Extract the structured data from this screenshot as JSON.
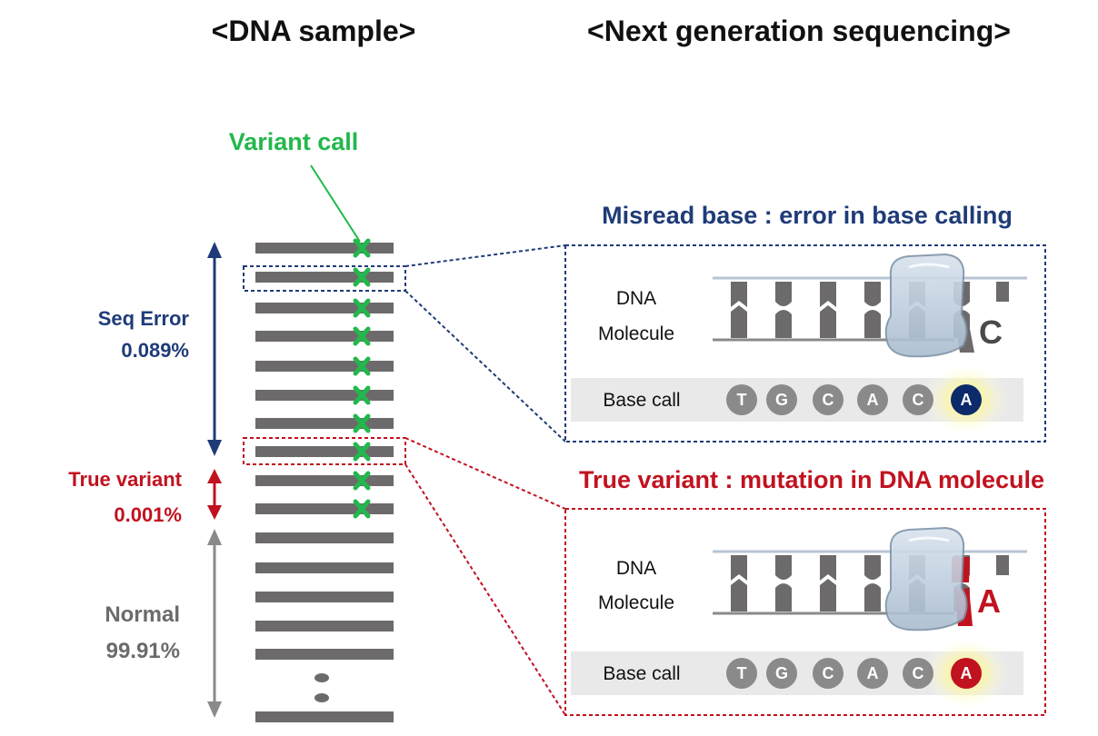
{
  "headings": {
    "left": "<DNA sample>",
    "right": "<Next generation sequencing>"
  },
  "variant_call_label": "Variant call",
  "side_labels": {
    "seq_error": {
      "label": "Seq Error",
      "value": "0.089%"
    },
    "true_variant": {
      "label": "True variant",
      "value": "0.001%"
    },
    "normal": {
      "label": "Normal",
      "value": "99.91%"
    }
  },
  "panels": {
    "misread": {
      "title": "Misread base : error in base calling",
      "molecule_label_line1": "DNA",
      "molecule_label_line2": "Molecule",
      "misread_letter": "C",
      "base_call_label": "Base call",
      "bases": [
        "T",
        "G",
        "C",
        "A",
        "C",
        "A"
      ],
      "highlight_color": "#0d2a6b"
    },
    "true_variant": {
      "title": "True variant : mutation in DNA molecule",
      "molecule_label_line1": "DNA",
      "molecule_label_line2": "Molecule",
      "mutation_letter": "A",
      "base_call_label": "Base call",
      "bases": [
        "T",
        "G",
        "C",
        "A",
        "C",
        "A"
      ],
      "highlight_color": "#c1121f"
    }
  },
  "colors": {
    "blue": "#1f3b78",
    "red": "#c1121f",
    "green": "#22b84c",
    "gray": "#6b6b6b",
    "read_bar": "#6d6a6b",
    "badge_gray": "#8a8a8a"
  }
}
